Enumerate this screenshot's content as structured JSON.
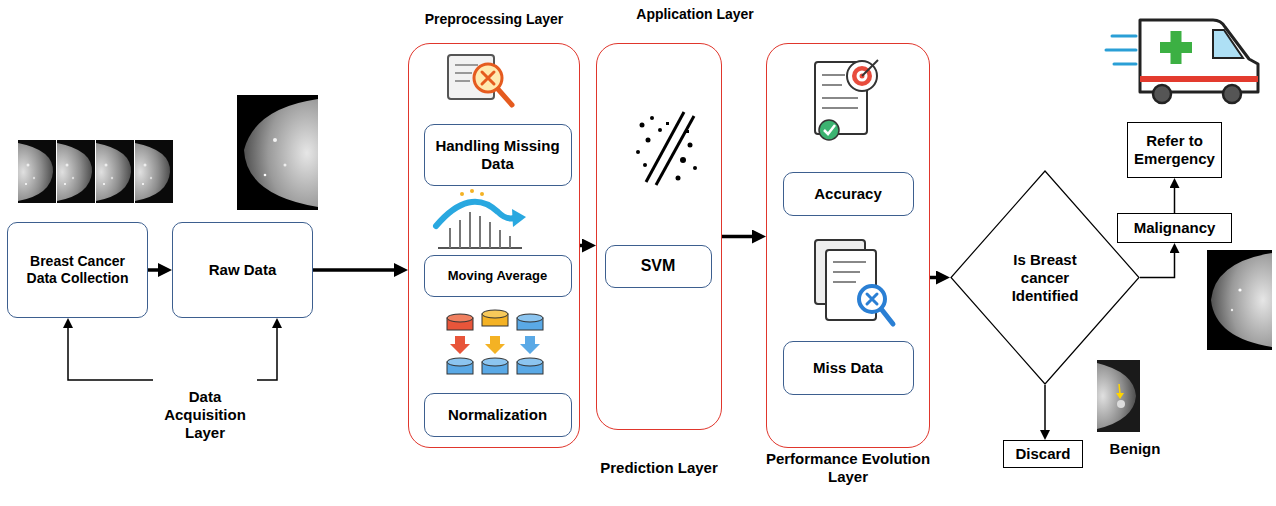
{
  "diagram": {
    "nodes": [
      {
        "text": [
          "Breast Cancer Data Collection"
        ]
      },
      {
        "text": [
          "Raw Data"
        ]
      },
      {
        "text": [
          "Preprocessing Layer"
        ]
      },
      {
        "text": [
          "Handling Missing Data"
        ],
        "in": 2
      },
      {
        "text": [
          "Moving Average"
        ],
        "in": 2
      },
      {
        "text": [
          "Normalization"
        ],
        "in": 2
      },
      {
        "text": [
          "Prediction Layer"
        ]
      },
      {
        "text": [
          "SVM"
        ],
        "in": 6
      },
      {
        "text": [
          "Performance Evolution Layer"
        ]
      },
      {
        "text": [
          "Accuracy"
        ],
        "in": 8
      },
      {
        "text": [
          "Miss Data"
        ],
        "in": 8
      },
      {
        "text": [
          "Is Breast cancer Identified"
        ]
      },
      {
        "text": [
          "Refer to Emergency"
        ]
      },
      {
        "text": [
          "Malignancy"
        ]
      },
      {
        "text": [
          "Discard"
        ]
      }
    ],
    "edges": [
      {
        "from": 0,
        "to": 1,
        "arrow": "to"
      },
      {
        "from": 1,
        "to": 2,
        "arrow": "to"
      },
      {
        "from": 2,
        "to": 6,
        "arrow": "to"
      },
      {
        "from": 6,
        "to": 8,
        "arrow": "to"
      },
      {
        "from": 8,
        "to": 11,
        "arrow": "to"
      },
      {
        "from": 11,
        "to": 13,
        "arrow": "to"
      },
      {
        "from": 13,
        "to": 12,
        "arrow": "to"
      },
      {
        "from": 11,
        "to": 14,
        "arrow": "to"
      }
    ],
    "labels": [
      "Data Acquisition Layer",
      "Application Layer",
      "Benign"
    ]
  }
}
